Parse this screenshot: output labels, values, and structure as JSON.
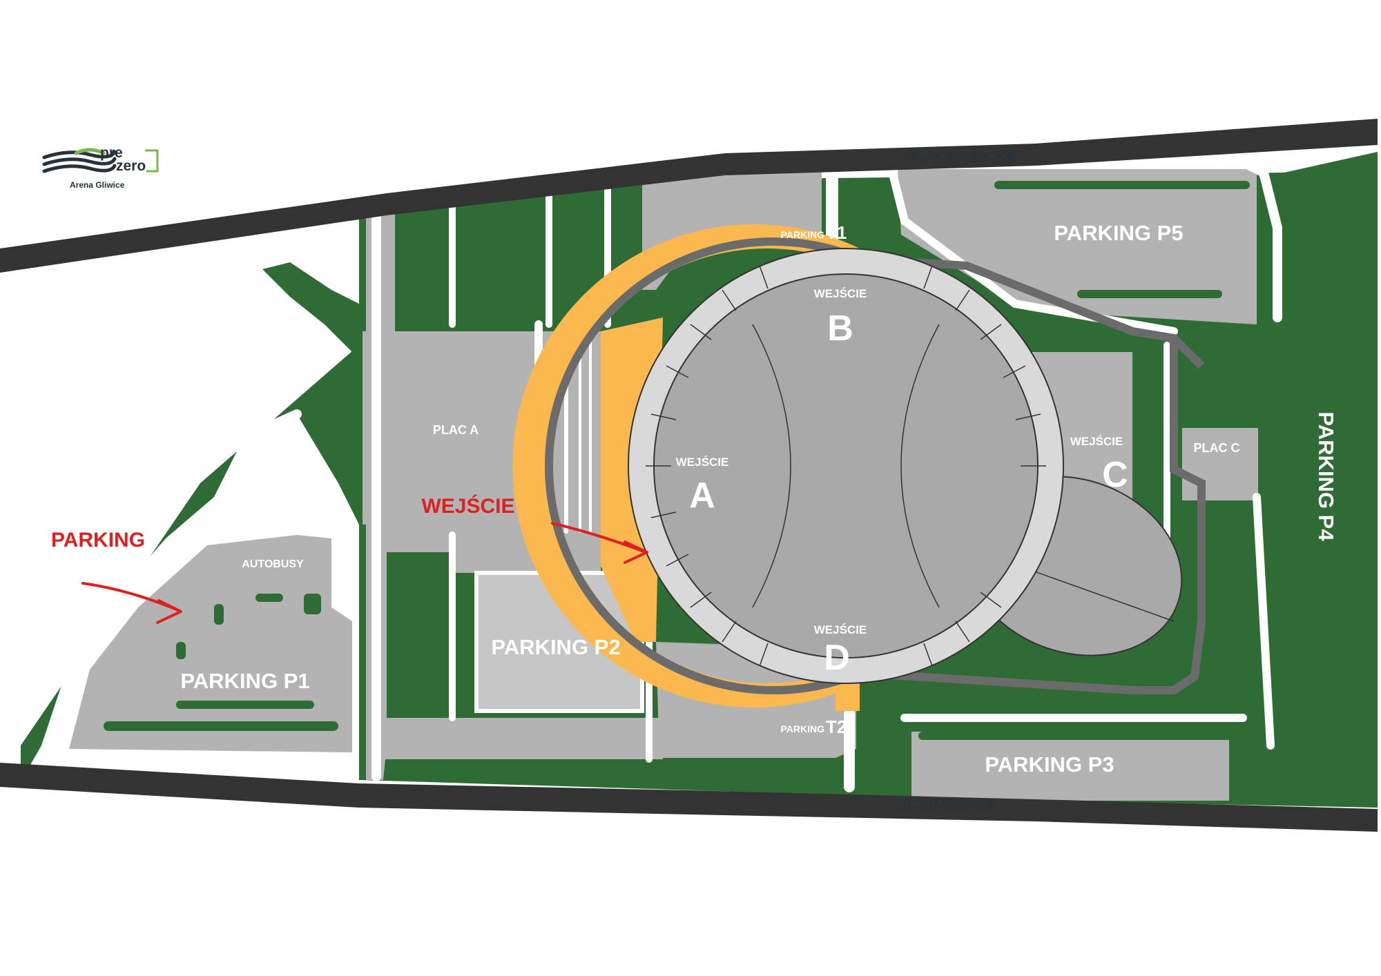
{
  "logo": {
    "line1": "pre",
    "line2": "zero",
    "caption": "Arena Gliwice",
    "colors": {
      "dark": "#26333d",
      "green": "#7ab648"
    }
  },
  "streets": {
    "north": "UL.AKADEMICKA",
    "south": "UL.KUJAWSKA"
  },
  "parkings": {
    "p1": "PARKING P1",
    "p2": "PARKING P2",
    "p3": "PARKING P3",
    "p4": "PARKING P4",
    "p5": "PARKING P5",
    "t1_prefix": "PARKING",
    "t1": "T1",
    "t2_prefix": "PARKING",
    "t2": "T2",
    "buses": "AUTOBUSY"
  },
  "squares": {
    "plac_a": "PLAC A",
    "plac_c": "PLAC C"
  },
  "entrances": {
    "word": "WEJŚCIE",
    "a": "A",
    "b": "B",
    "c": "C",
    "d": "D"
  },
  "annotations": {
    "parking": "PARKING",
    "entrance": "WEJŚCIE"
  },
  "colors": {
    "road": "#333333",
    "green": "#2f6b35",
    "concrete": "#b3b3b3",
    "concrete_light": "#c6c6c6",
    "arena": "#a9a9a9",
    "ring_orange": "#fbb84f",
    "annotation_red": "#e02020"
  }
}
